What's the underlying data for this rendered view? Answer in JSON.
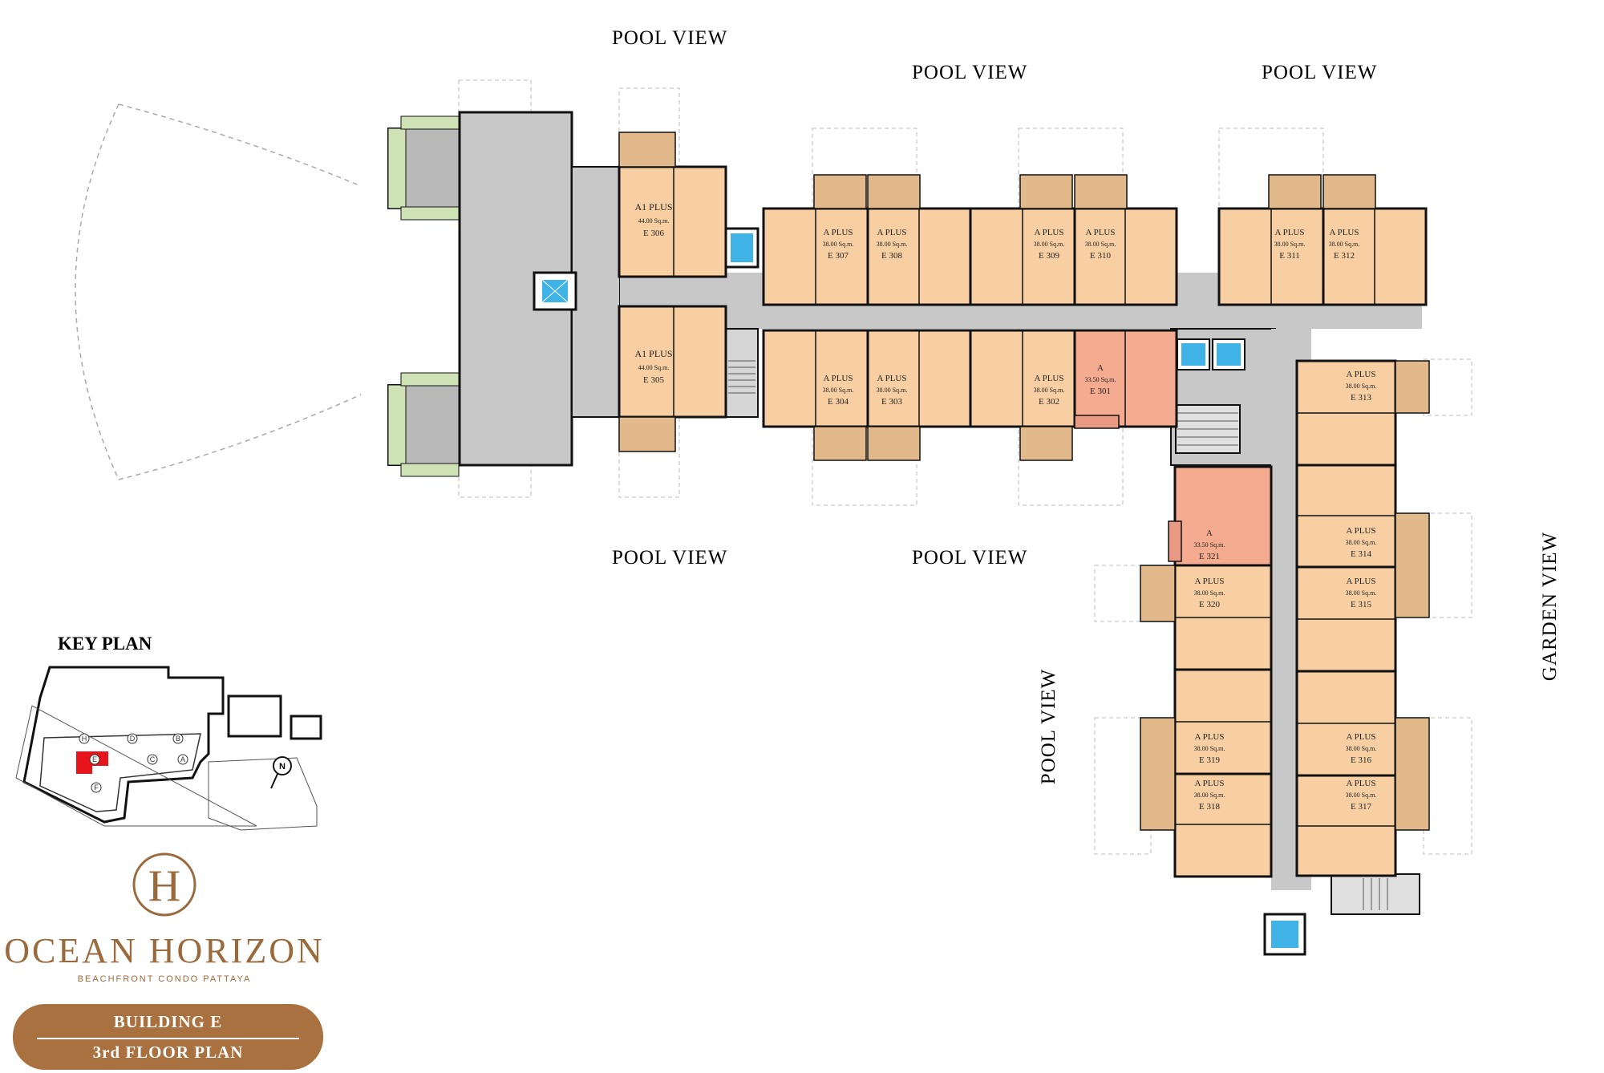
{
  "views": {
    "top_left": "POOL VIEW",
    "top_mid": "POOL VIEW",
    "top_right": "POOL VIEW",
    "bottom_left": "POOL VIEW",
    "bottom_mid": "POOL VIEW",
    "side_pool": "POOL VIEW",
    "side_garden": "GARDEN VIEW"
  },
  "units": [
    {
      "id": "E 306",
      "type": "A1 PLUS",
      "size": "44.00 Sq.m."
    },
    {
      "id": "E 305",
      "type": "A1 PLUS",
      "size": "44.00 Sq.m."
    },
    {
      "id": "E 307",
      "type": "A PLUS",
      "size": "38.00 Sq.m."
    },
    {
      "id": "E 308",
      "type": "A PLUS",
      "size": "38.00 Sq.m."
    },
    {
      "id": "E 309",
      "type": "A PLUS",
      "size": "38.00 Sq.m."
    },
    {
      "id": "E 310",
      "type": "A PLUS",
      "size": "38.00 Sq.m."
    },
    {
      "id": "E 311",
      "type": "A PLUS",
      "size": "38.00 Sq.m."
    },
    {
      "id": "E 312",
      "type": "A PLUS",
      "size": "38.00 Sq.m."
    },
    {
      "id": "E 304",
      "type": "A PLUS",
      "size": "38.00 Sq.m."
    },
    {
      "id": "E 303",
      "type": "A PLUS",
      "size": "38.00 Sq.m."
    },
    {
      "id": "E 302",
      "type": "A PLUS",
      "size": "38.00 Sq.m."
    },
    {
      "id": "E 301",
      "type": "A",
      "size": "33.50 Sq.m."
    },
    {
      "id": "E 321",
      "type": "A",
      "size": "33.50 Sq.m."
    },
    {
      "id": "E 313",
      "type": "A PLUS",
      "size": "38.00 Sq.m."
    },
    {
      "id": "E 314",
      "type": "A PLUS",
      "size": "38.00 Sq.m."
    },
    {
      "id": "E 320",
      "type": "A PLUS",
      "size": "38.00 Sq.m."
    },
    {
      "id": "E 315",
      "type": "A PLUS",
      "size": "38.00 Sq.m."
    },
    {
      "id": "E 319",
      "type": "A PLUS",
      "size": "38.00 Sq.m."
    },
    {
      "id": "E 316",
      "type": "A PLUS",
      "size": "38.00 Sq.m."
    },
    {
      "id": "E 318",
      "type": "A PLUS",
      "size": "38.00 Sq.m."
    },
    {
      "id": "E 317",
      "type": "A PLUS",
      "size": "38.00 Sq.m."
    }
  ],
  "key_plan": {
    "title": "KEY PLAN",
    "blocks": [
      "H",
      "D",
      "B",
      "E",
      "C",
      "A",
      "F"
    ],
    "north": "N"
  },
  "brand": {
    "monogram": "H",
    "name": "OCEAN HORIZON",
    "tagline": "BEACHFRONT CONDO PATTAYA"
  },
  "badge": {
    "building": "BUILDING E",
    "floor": "3rd FLOOR PLAN"
  },
  "colors": {
    "unit": "#f8cfa3",
    "unit_type_a": "#f4ab90",
    "corridor": "#c8c8c8",
    "wall": "#111111",
    "lift": "#3fb3e5",
    "balcony": "#e2b98a",
    "brand": "#a8713f",
    "key_highlight": "#e8141b",
    "planter": "#cfe2b5"
  }
}
